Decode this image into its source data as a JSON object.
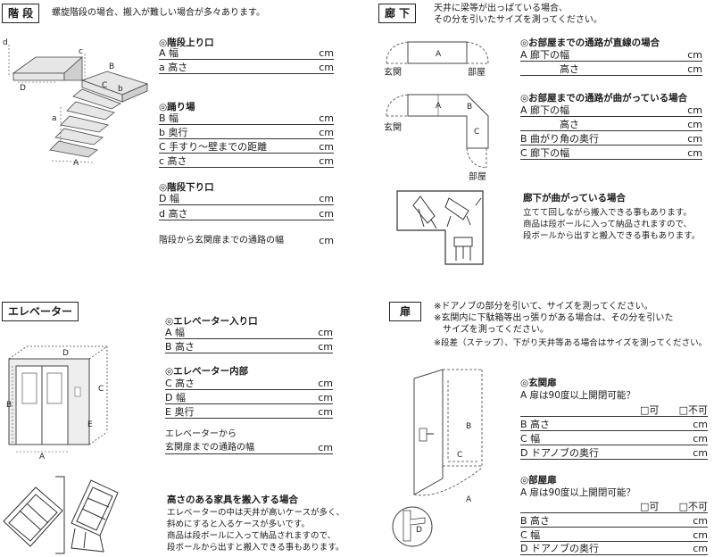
{
  "stairs": {
    "tag": "階 段",
    "note": "螺旋階段の場合、搬入が難しい場合が多々あります。",
    "up": {
      "heading": "◎階段上り口",
      "rows": [
        {
          "label": "A 幅",
          "unit": "cm"
        },
        {
          "label": "a 高さ",
          "unit": "cm"
        }
      ]
    },
    "landing": {
      "heading": "◎踊り場",
      "rows": [
        {
          "label": "B 幅",
          "unit": "cm"
        },
        {
          "label": "b 奥行",
          "unit": "cm"
        },
        {
          "label": "C 手すり～壁までの距離",
          "unit": "cm"
        },
        {
          "label": "c 高さ",
          "unit": "cm"
        }
      ]
    },
    "down": {
      "heading": "◎階段下り口",
      "rows": [
        {
          "label": "D 幅",
          "unit": "cm"
        },
        {
          "label": "d 高さ",
          "unit": "cm"
        }
      ]
    },
    "path": {
      "label": "階段から玄関扉までの通路の幅",
      "unit": "cm"
    },
    "diagram_labels": {
      "d": "d",
      "c": "c",
      "B": "B",
      "D": "D",
      "C": "C",
      "b": "b",
      "a": "a",
      "A": "A"
    }
  },
  "hallway": {
    "tag": "廊 下",
    "note_lines": [
      "天井に梁等が出っぱている場合、",
      "その分を引いたサイズを測ってください。"
    ],
    "straight": {
      "heading": "◎お部屋までの通路が直線の場合",
      "rows": [
        {
          "label": "A 廊下の幅",
          "unit": "cm"
        },
        {
          "label": "高さ",
          "unit": "cm"
        }
      ]
    },
    "bent": {
      "heading": "◎お部屋までの通路が曲がっている場合",
      "rows": [
        {
          "label": "A 廊下の幅",
          "unit": "cm"
        },
        {
          "label": "高さ",
          "unit": "cm"
        },
        {
          "label": "B 曲がり角の奥行",
          "unit": "cm"
        },
        {
          "label": "C 廊下の幅",
          "unit": "cm"
        }
      ]
    },
    "corner": {
      "heading": "廊下が曲がっている場合",
      "lines": [
        "立てて回しながら搬入できる事もあります。",
        "商品は段ボールに入って納品されますので、",
        "段ボールから出すと搬入できる事もあります。"
      ]
    },
    "diagram_labels": {
      "entrance": "玄関",
      "room": "部屋",
      "A": "A",
      "B": "B",
      "C": "C"
    }
  },
  "elevator": {
    "tag": "エレベーター",
    "entrance": {
      "heading": "◎エレベーター入り口",
      "rows": [
        {
          "label": "A 幅",
          "unit": "cm"
        },
        {
          "label": "B 高さ",
          "unit": "cm"
        }
      ]
    },
    "inside": {
      "heading": "◎エレベーター内部",
      "rows": [
        {
          "label": "C 高さ",
          "unit": "cm"
        },
        {
          "label": "D 幅",
          "unit": "cm"
        },
        {
          "label": "E 奥行",
          "unit": "cm"
        }
      ]
    },
    "path_line1": "エレベーターから",
    "path": {
      "label": "玄関扉までの通路の幅",
      "unit": "cm"
    },
    "tall": {
      "heading": "高さのある家具を搬入する場合",
      "lines": [
        "エレベーターの中は天井が高いケースが多く、",
        "斜めにすると入るケースが多いです。",
        "商品は段ボールに入って納品されますので、",
        "段ボールから出すと搬入できる事もあります。"
      ]
    },
    "diagram_labels": {
      "D": "D",
      "B": "B",
      "C": "C",
      "E": "E",
      "A": "A"
    }
  },
  "door": {
    "tag": "扉",
    "notes": [
      "※ドアノブの部分を引いて、サイズを測ってください。",
      "※玄関内に下駄箱等出っ張りがある場合は、その分を引いた",
      "　サイズを測ってください。",
      "※段差（ステップ）、下がり天井等ある場合はサイズを測ってください。"
    ],
    "front": {
      "heading": "◎玄関扉",
      "question": "A 扉は90度以上開閉可能？",
      "yes": "□可",
      "no": "□不可",
      "rows": [
        {
          "label": "B 高さ",
          "unit": "cm"
        },
        {
          "label": "C 幅",
          "unit": "cm"
        },
        {
          "label": "D ドアノブの奥行",
          "unit": "cm"
        }
      ]
    },
    "room": {
      "heading": "◎部屋扉",
      "question": "A 扉は90度以上開閉可能？",
      "yes": "□可",
      "no": "□不可",
      "rows": [
        {
          "label": "B 高さ",
          "unit": "cm"
        },
        {
          "label": "C 幅",
          "unit": "cm"
        },
        {
          "label": "D ドアノブの奥行",
          "unit": "cm"
        }
      ]
    },
    "diagram_labels": {
      "B": "B",
      "C": "C",
      "A": "A",
      "D": "D"
    }
  }
}
